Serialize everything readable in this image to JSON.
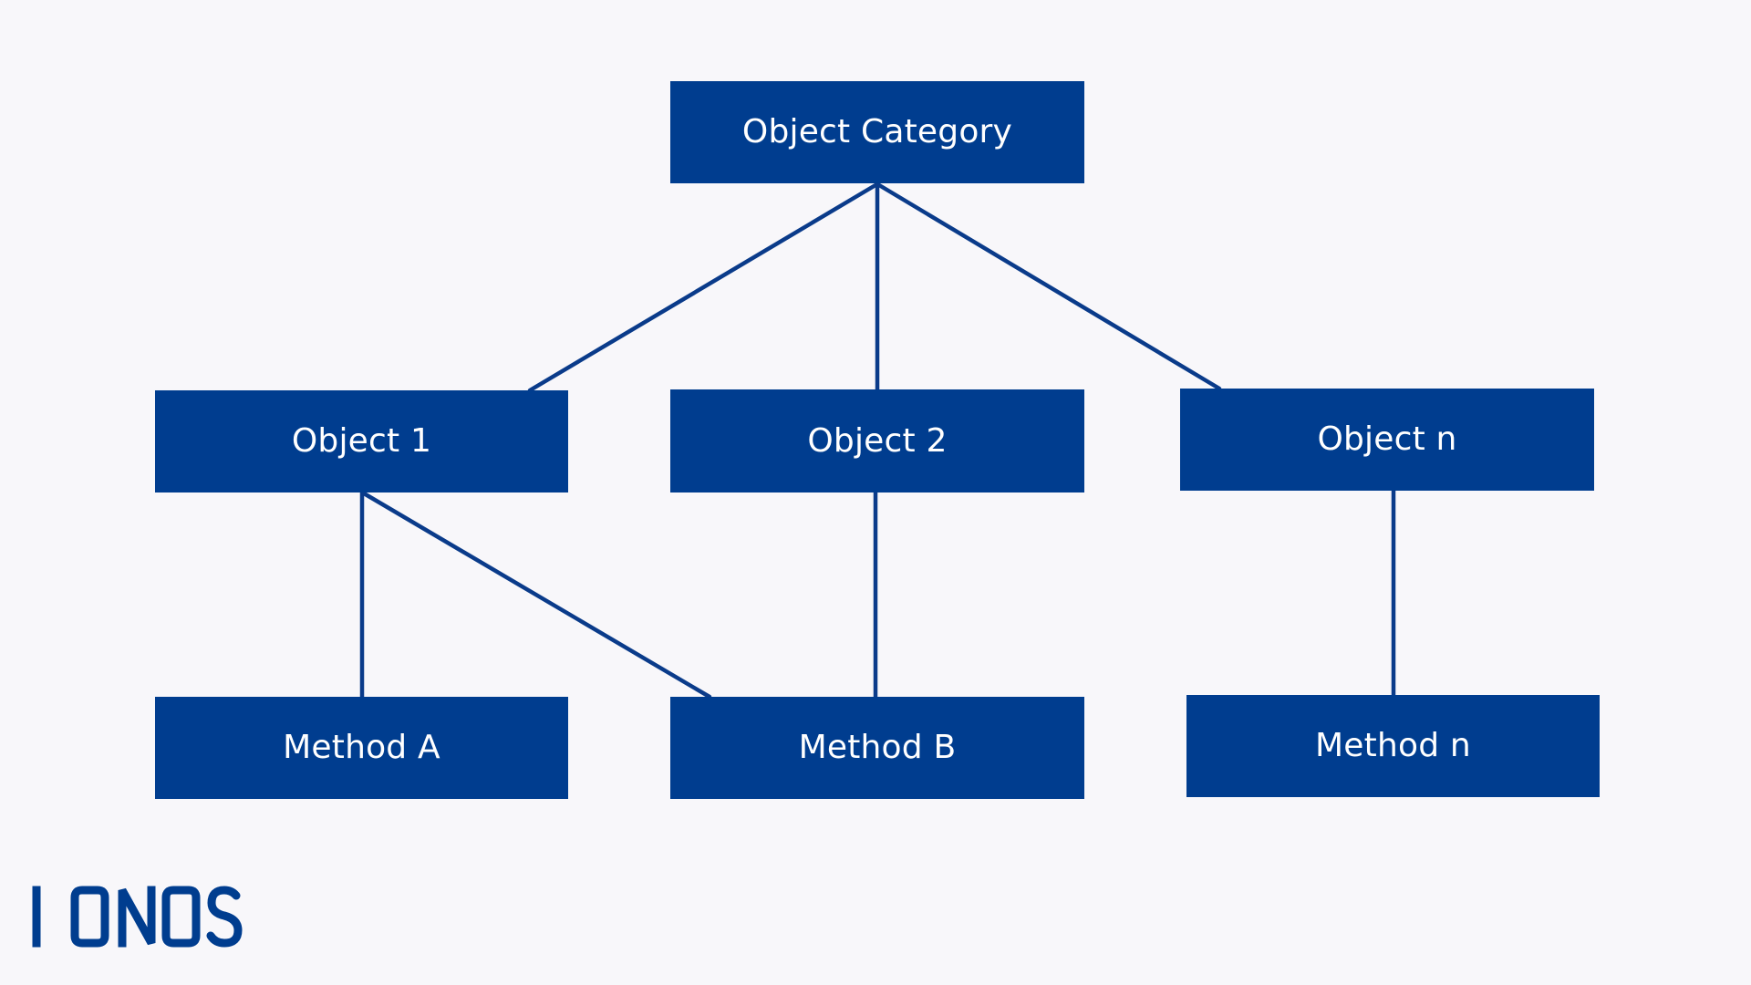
{
  "diagram": {
    "colors": {
      "background": "#f8f7fa",
      "box_fill": "#003d8f",
      "line": "#0a3b8a",
      "text": "#ffffff",
      "logo": "#003d8f"
    },
    "nodes": {
      "category": {
        "label": "Object Category"
      },
      "object1": {
        "label": "Object 1"
      },
      "object2": {
        "label": "Object 2"
      },
      "objectn": {
        "label": "Object n"
      },
      "methodA": {
        "label": "Method A"
      },
      "methodB": {
        "label": "Method B"
      },
      "methodn": {
        "label": "Method n"
      }
    },
    "edges": [
      {
        "from": "category",
        "to": "object1"
      },
      {
        "from": "category",
        "to": "object2"
      },
      {
        "from": "category",
        "to": "objectn"
      },
      {
        "from": "object1",
        "to": "methodA"
      },
      {
        "from": "object1",
        "to": "methodB"
      },
      {
        "from": "object2",
        "to": "methodB"
      },
      {
        "from": "objectn",
        "to": "methodn"
      }
    ]
  },
  "logo": {
    "text": "IONOS",
    "letters": [
      "I",
      "O",
      "N",
      "O",
      "S"
    ]
  }
}
